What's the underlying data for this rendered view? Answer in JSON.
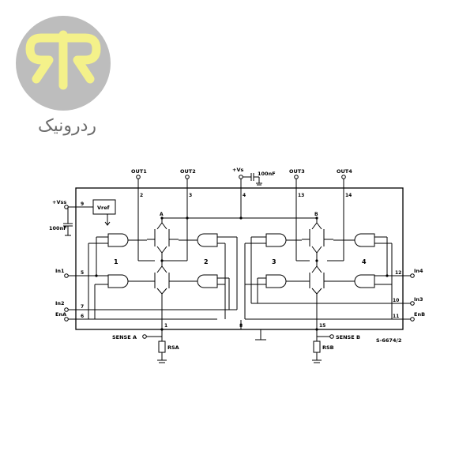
{
  "logo": {
    "wordmark": "ردرونیک",
    "colors": {
      "circle": "#bdbdbd",
      "letters": "#f4f18a",
      "text": "#6b6b6b"
    }
  },
  "diagram": {
    "pins": {
      "out1": "OUT1",
      "out2": "OUT2",
      "vs": "+Vs",
      "cap_top": "100nF",
      "out3": "OUT3",
      "out4": "OUT4",
      "vss": "+Vss",
      "cap_left": "100nF",
      "vref": "Vref",
      "in1": "In1",
      "in2": "In2",
      "ena": "EnA",
      "in4": "In4",
      "in3": "In3",
      "enb": "EnB",
      "sense_a": "SENSE A",
      "sense_b": "SENSE B",
      "rsa": "RSA",
      "rsb": "RSB",
      "ref": "S-6674/2"
    },
    "pin_numbers": {
      "p2": "2",
      "p3": "3",
      "p4": "4",
      "p13": "13",
      "p14": "14",
      "p9": "9",
      "p5": "5",
      "p7": "7",
      "p6": "6",
      "p12": "12",
      "p10": "10",
      "p11": "11",
      "p1": "1",
      "p8": "8",
      "p15": "15"
    },
    "bridge_labels": {
      "a": "A",
      "b": "B"
    },
    "channels": {
      "c1": "1",
      "c2": "2",
      "c3": "3",
      "c4": "4"
    }
  }
}
